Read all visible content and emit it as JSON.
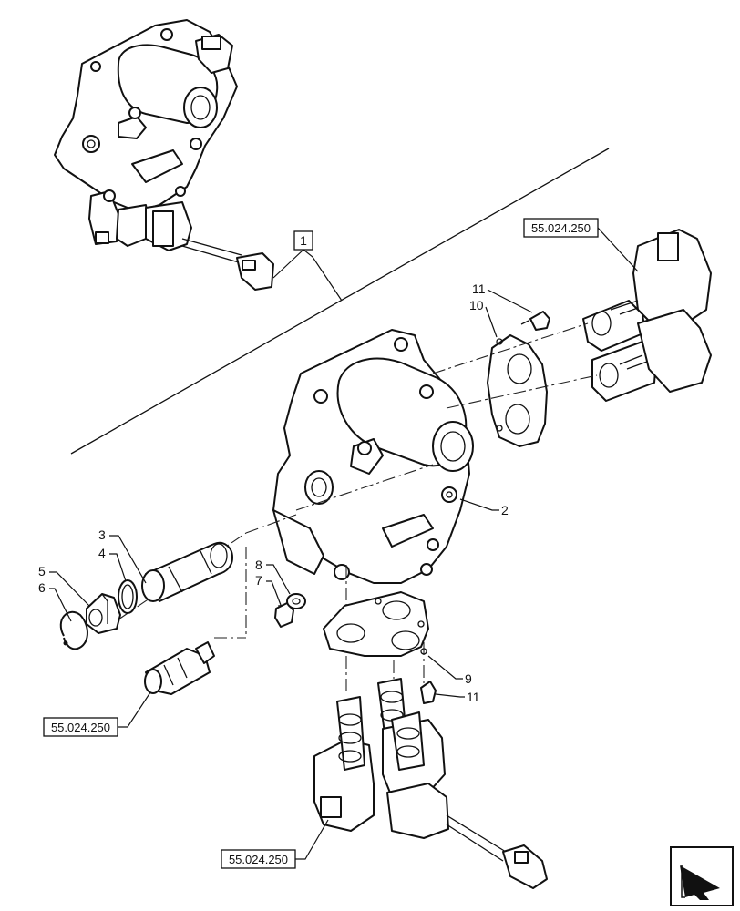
{
  "callouts": {
    "c1": "1",
    "c2": "2",
    "c3": "3",
    "c4": "4",
    "c5": "5",
    "c6": "6",
    "c7": "7",
    "c8": "8",
    "c9": "9",
    "c10": "10",
    "c11a": "11",
    "c11b": "11"
  },
  "references": {
    "ref_top_right": "55.024.250",
    "ref_left": "55.024.250",
    "ref_bottom": "55.024.250"
  },
  "icons": {
    "nav": "next-page-arrow-icon"
  }
}
